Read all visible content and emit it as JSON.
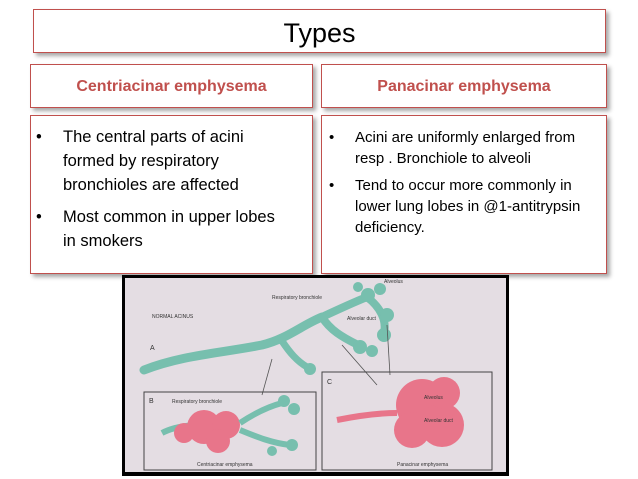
{
  "title": "Types",
  "left": {
    "heading": "Centriacinar emphysema",
    "bullets": [
      "The central parts of acini formed by respiratory bronchioles are affected",
      "Most common in upper lobes in smokers"
    ]
  },
  "right": {
    "heading": "Panacinar emphysema",
    "bullets": [
      "Acini are uniformly enlarged from resp . Bronchiole to alveoli",
      "Tend to occur more commonly in lower lung lobes in @1-antitrypsin deficiency."
    ]
  },
  "figure": {
    "label_normal_acinus": "NORMAL ACINUS",
    "label_alveolus": "Alveolus",
    "label_resp_bronchiole": "Respiratory bronchiole",
    "label_alveolar_duct": "Alveolar duct",
    "panel_a": "A",
    "panel_b": "B",
    "panel_c": "C",
    "label_b_resp_bronchiole": "Respiratory bronchiole",
    "label_c_alveolus": "Alveolus",
    "label_c_alveolar_duct": "Alveolar duct",
    "caption_b": "Centriacinar emphysema",
    "caption_c": "Panacinar emphysema"
  }
}
